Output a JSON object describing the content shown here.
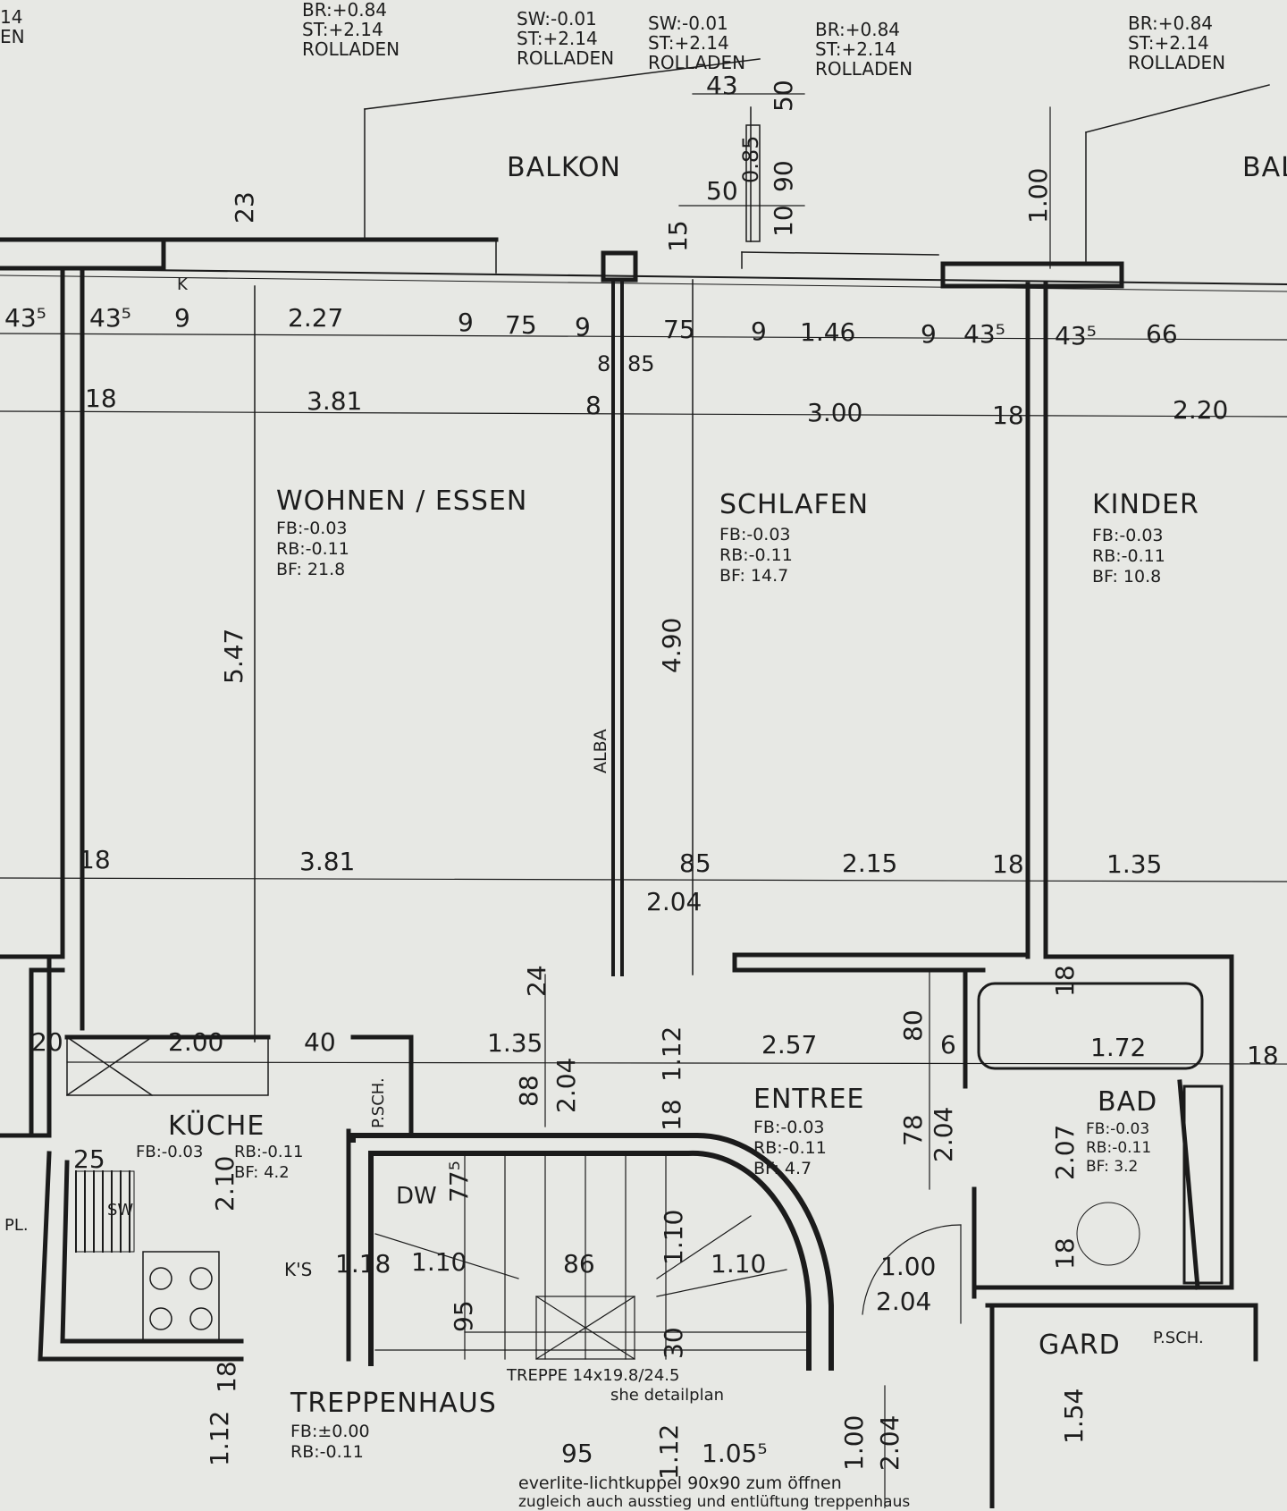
{
  "rooms": {
    "wohnen": {
      "name": "WOHNEN / ESSEN",
      "fb": "FB:-0.03",
      "rb": "RB:-0.11",
      "bf": "BF: 21.8"
    },
    "schlafen": {
      "name": "SCHLAFEN",
      "fb": "FB:-0.03",
      "rb": "RB:-0.11",
      "bf": "BF: 14.7"
    },
    "kinder": {
      "name": "KINDER",
      "fb": "FB:-0.03",
      "rb": "RB:-0.11",
      "bf": "BF: 10.8"
    },
    "kuche": {
      "name": "KÜCHE",
      "fb": "FB:-0.03",
      "rb": "RB:-0.11",
      "bf": "BF: 4.2"
    },
    "entree": {
      "name": "ENTREE",
      "fb": "FB:-0.03",
      "rb": "RB:-0.11",
      "bf": "BF: 4.7"
    },
    "bad": {
      "name": "BAD",
      "fb": "FB:-0.03",
      "rb": "RB:-0.11",
      "bf": "BF: 3.2"
    },
    "treppenhaus": {
      "name": "TREPPENHAUS",
      "fb": "FB:±0.00",
      "rb": "RB:-0.11"
    },
    "balkon": {
      "name": "BALKON"
    },
    "gard": {
      "name": "GARD"
    }
  },
  "window_notes": {
    "w1": "BR:+0.84\nST:+2.14\nROLLADEN",
    "w2": "SW:-0.01\nST:+2.14\nROLLADEN",
    "w3": "SW:-0.01\nST:+2.14\nROLLADEN",
    "w4": "BR:+0.84\nST:+2.14\nROLLADEN",
    "w5": "BR:+0.84\nST:+2.14\nROLLADEN",
    "w0": "14\nEN"
  },
  "labels": {
    "alba": "ALBA",
    "psch1": "P.SCH.",
    "psch2": "P.SCH.",
    "dw": "DW",
    "ks": "K'S",
    "sw": "SW",
    "pl": "PL.",
    "k": "K",
    "treppe": "TREPPE 14x19.8/24.5",
    "detail": "she detailplan",
    "everlite": "everlite-lichtkuppel 90x90 zum öffnen",
    "zugleich": "zugleich auch ausstieg und entlüftung treppenhaus"
  },
  "dims": {
    "d227": "2.27",
    "d381a": "3.81",
    "d381b": "3.81",
    "d300": "3.00",
    "d220": "2.20",
    "d547": "5.47",
    "d490": "4.90",
    "d215": "2.15",
    "d135": "1.35",
    "d204a": "2.04",
    "d200": "2.00",
    "d135b": "1.35",
    "d257": "2.57",
    "d172": "1.72",
    "d146": "1.46",
    "d75a": "75",
    "d75b": "75",
    "d66": "66",
    "d9a": "9",
    "d9b": "9",
    "d9c": "9",
    "d9d": "9",
    "d9e": "9",
    "d18a": "18",
    "d18b": "18",
    "d18c": "18",
    "d18d": "18",
    "d18e": "18",
    "d8a": "8",
    "d8b": "8",
    "d85": "85",
    "d23": "23",
    "d43": "43",
    "d50a": "50",
    "d50b": "50",
    "d90": "90",
    "d10": "10",
    "d15": "15",
    "d100": "1.00",
    "d085": "0.85",
    "d435a": "43⁵",
    "d435b": "43⁵",
    "d435c": "43⁵",
    "d435d": "43⁵",
    "d24": "24",
    "d88": "88",
    "d204b": "2.04",
    "d112": "1.12",
    "d80": "80",
    "d6": "6",
    "d78": "78",
    "d204c": "2.04",
    "d207": "2.07",
    "d110a": "1.10",
    "d110b": "1.10",
    "d86": "86",
    "d110c": "1.10",
    "d100b": "1.00",
    "d204d": "2.04",
    "d154": "1.54",
    "d95a": "95",
    "d95b": "95",
    "d1055": "1.05⁵",
    "d100c": "1.00",
    "d204e": "2.04",
    "d112b": "1.12",
    "d112c": "1.12",
    "d210": "2.10",
    "d25": "25",
    "d40": "40",
    "d206": "20",
    "d30": "30",
    "d775": "77⁵",
    "d118": "1.18",
    "d18f": "18",
    "d18g": "18",
    "d18h": "18",
    "d18i": "18"
  }
}
